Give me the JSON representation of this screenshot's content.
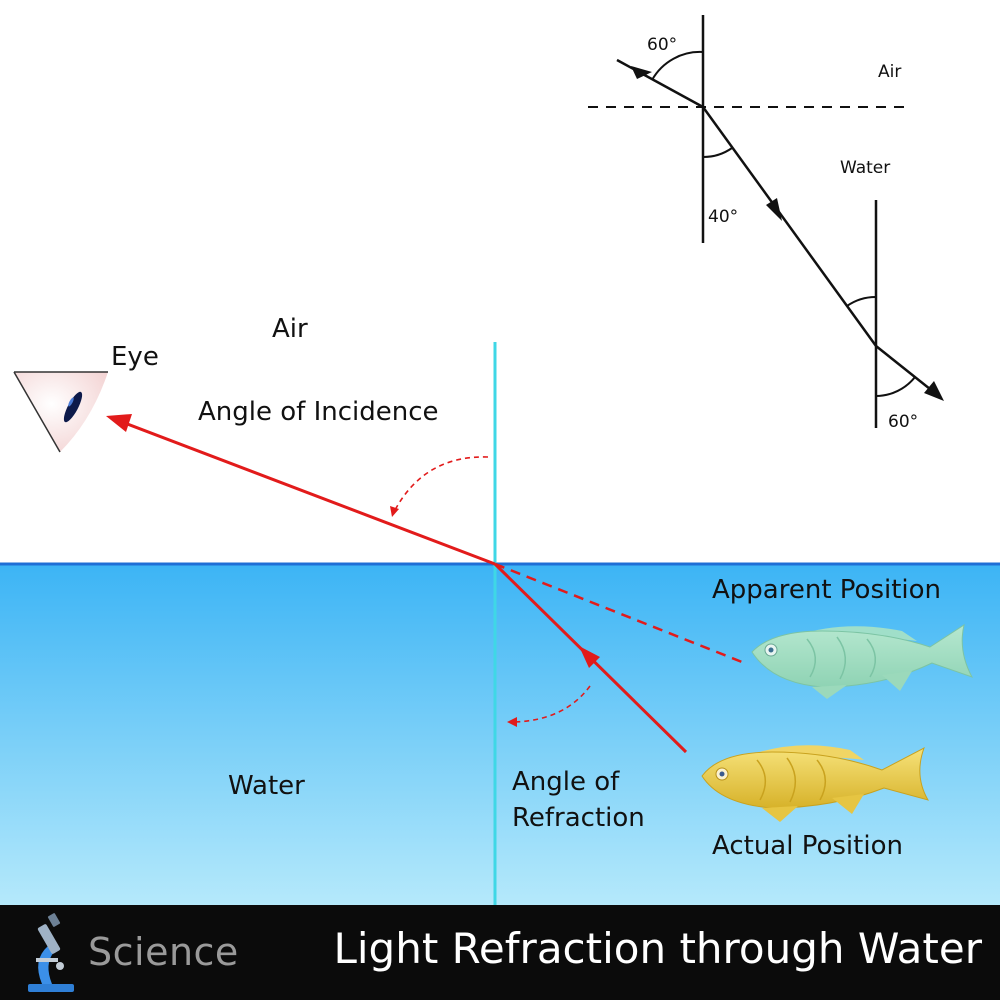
{
  "inset": {
    "angle_top": "60°",
    "air_label": "Air",
    "water_label": "Water",
    "angle_mid": "40°",
    "angle_bottom": "60°"
  },
  "main": {
    "air_label": "Air",
    "eye_label": "Eye",
    "incidence_label": "Angle of Incidence",
    "water_label": "Water",
    "refraction_label_1": "Angle of",
    "refraction_label_2": "Refraction",
    "apparent_label": "Apparent Position",
    "actual_label": "Actual Position"
  },
  "footer": {
    "brand": "Science",
    "title": "Light Refraction through Water"
  },
  "colors": {
    "ray": "#e21b1b",
    "normal": "#3fd7e6",
    "water_top": "#3cb4f5",
    "water_bottom": "#b5e9fb",
    "footer_bg": "#0b0b0b"
  }
}
